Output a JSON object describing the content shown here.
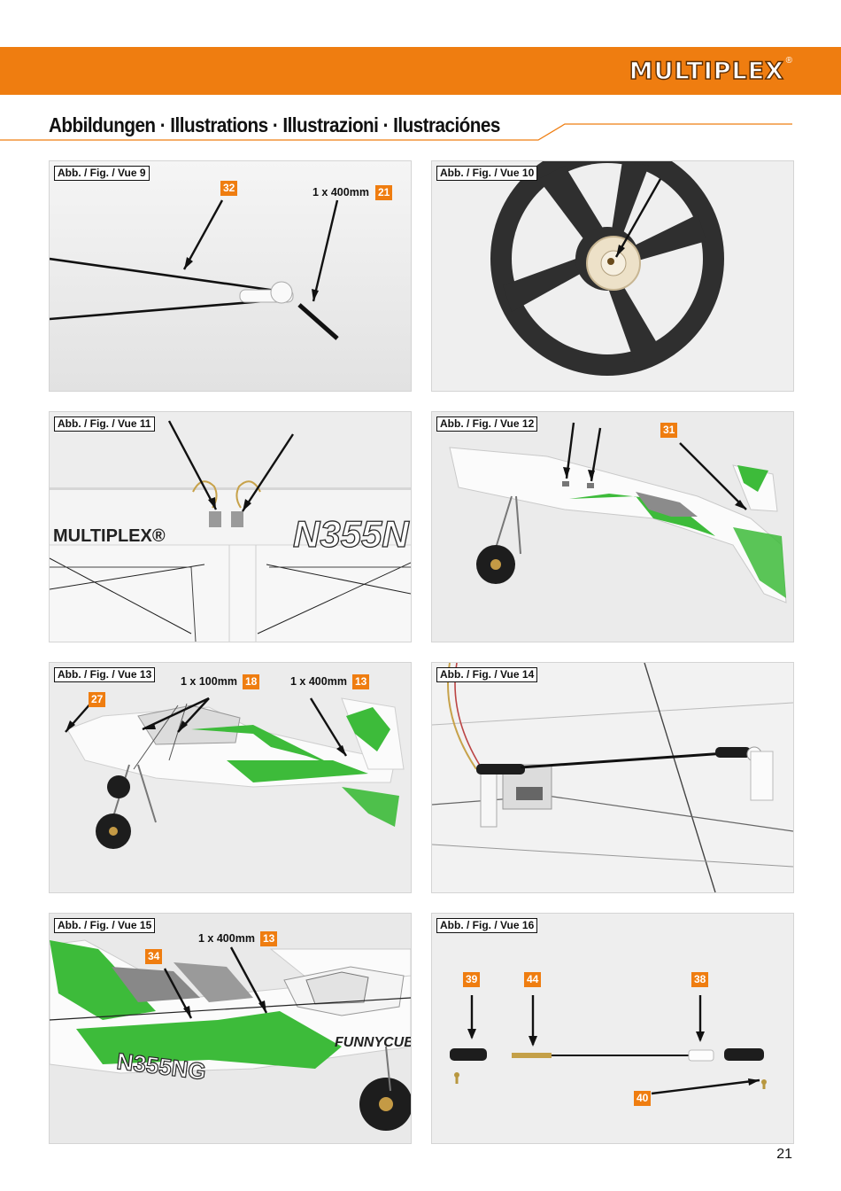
{
  "header": {
    "brand": "MULTIPLEX",
    "registered": "®"
  },
  "page": {
    "title": "Abbildungen · Illustrations · Illustrazioni · Ilustraciónes",
    "number": "21"
  },
  "colors": {
    "accent": "#ef7d10",
    "green": "#3dbb3a",
    "foam_dark": "#2f2f2f"
  },
  "figures": [
    {
      "label": "Abb. / Fig. / Vue 9",
      "callouts": [
        "32"
      ],
      "qty_text": "1 x 400mm",
      "qty_part": "21"
    },
    {
      "label": "Abb. / Fig. / Vue 10"
    },
    {
      "label": "Abb. / Fig. / Vue 11",
      "photo_text": "MULTIPLEX®",
      "registration": "N355N"
    },
    {
      "label": "Abb. / Fig. / Vue 12",
      "callouts": [
        "31"
      ]
    },
    {
      "label": "Abb. / Fig. / Vue 13",
      "callouts": [
        "27"
      ],
      "qty_a_text": "1 x 100mm",
      "qty_a_part": "18",
      "qty_b_text": "1 x 400mm",
      "qty_b_part": "13"
    },
    {
      "label": "Abb. / Fig. / Vue 14"
    },
    {
      "label": "Abb. / Fig. / Vue 15",
      "callouts": [
        "34"
      ],
      "qty_text": "1 x 400mm",
      "qty_part": "13",
      "registration": "N355NG",
      "photo_text": "FUNNYCUB"
    },
    {
      "label": "Abb. / Fig. / Vue 16",
      "callouts": [
        "39",
        "44",
        "38",
        "40"
      ]
    }
  ]
}
